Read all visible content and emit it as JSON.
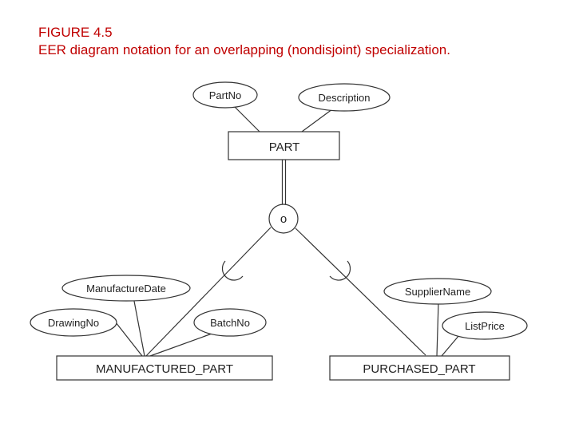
{
  "caption": {
    "figure": "FIGURE 4.5",
    "description": "EER diagram notation for an overlapping (nondisjoint) specialization."
  },
  "diagram": {
    "superclass": {
      "name": "PART",
      "attributes": [
        "PartNo",
        "Description"
      ]
    },
    "specialization_symbol": "o",
    "subclasses": [
      {
        "name": "MANUFACTURED_PART",
        "attributes": [
          "ManufactureDate",
          "DrawingNo",
          "BatchNo"
        ]
      },
      {
        "name": "PURCHASED_PART",
        "attributes": [
          "SupplierName",
          "ListPrice"
        ]
      }
    ]
  }
}
